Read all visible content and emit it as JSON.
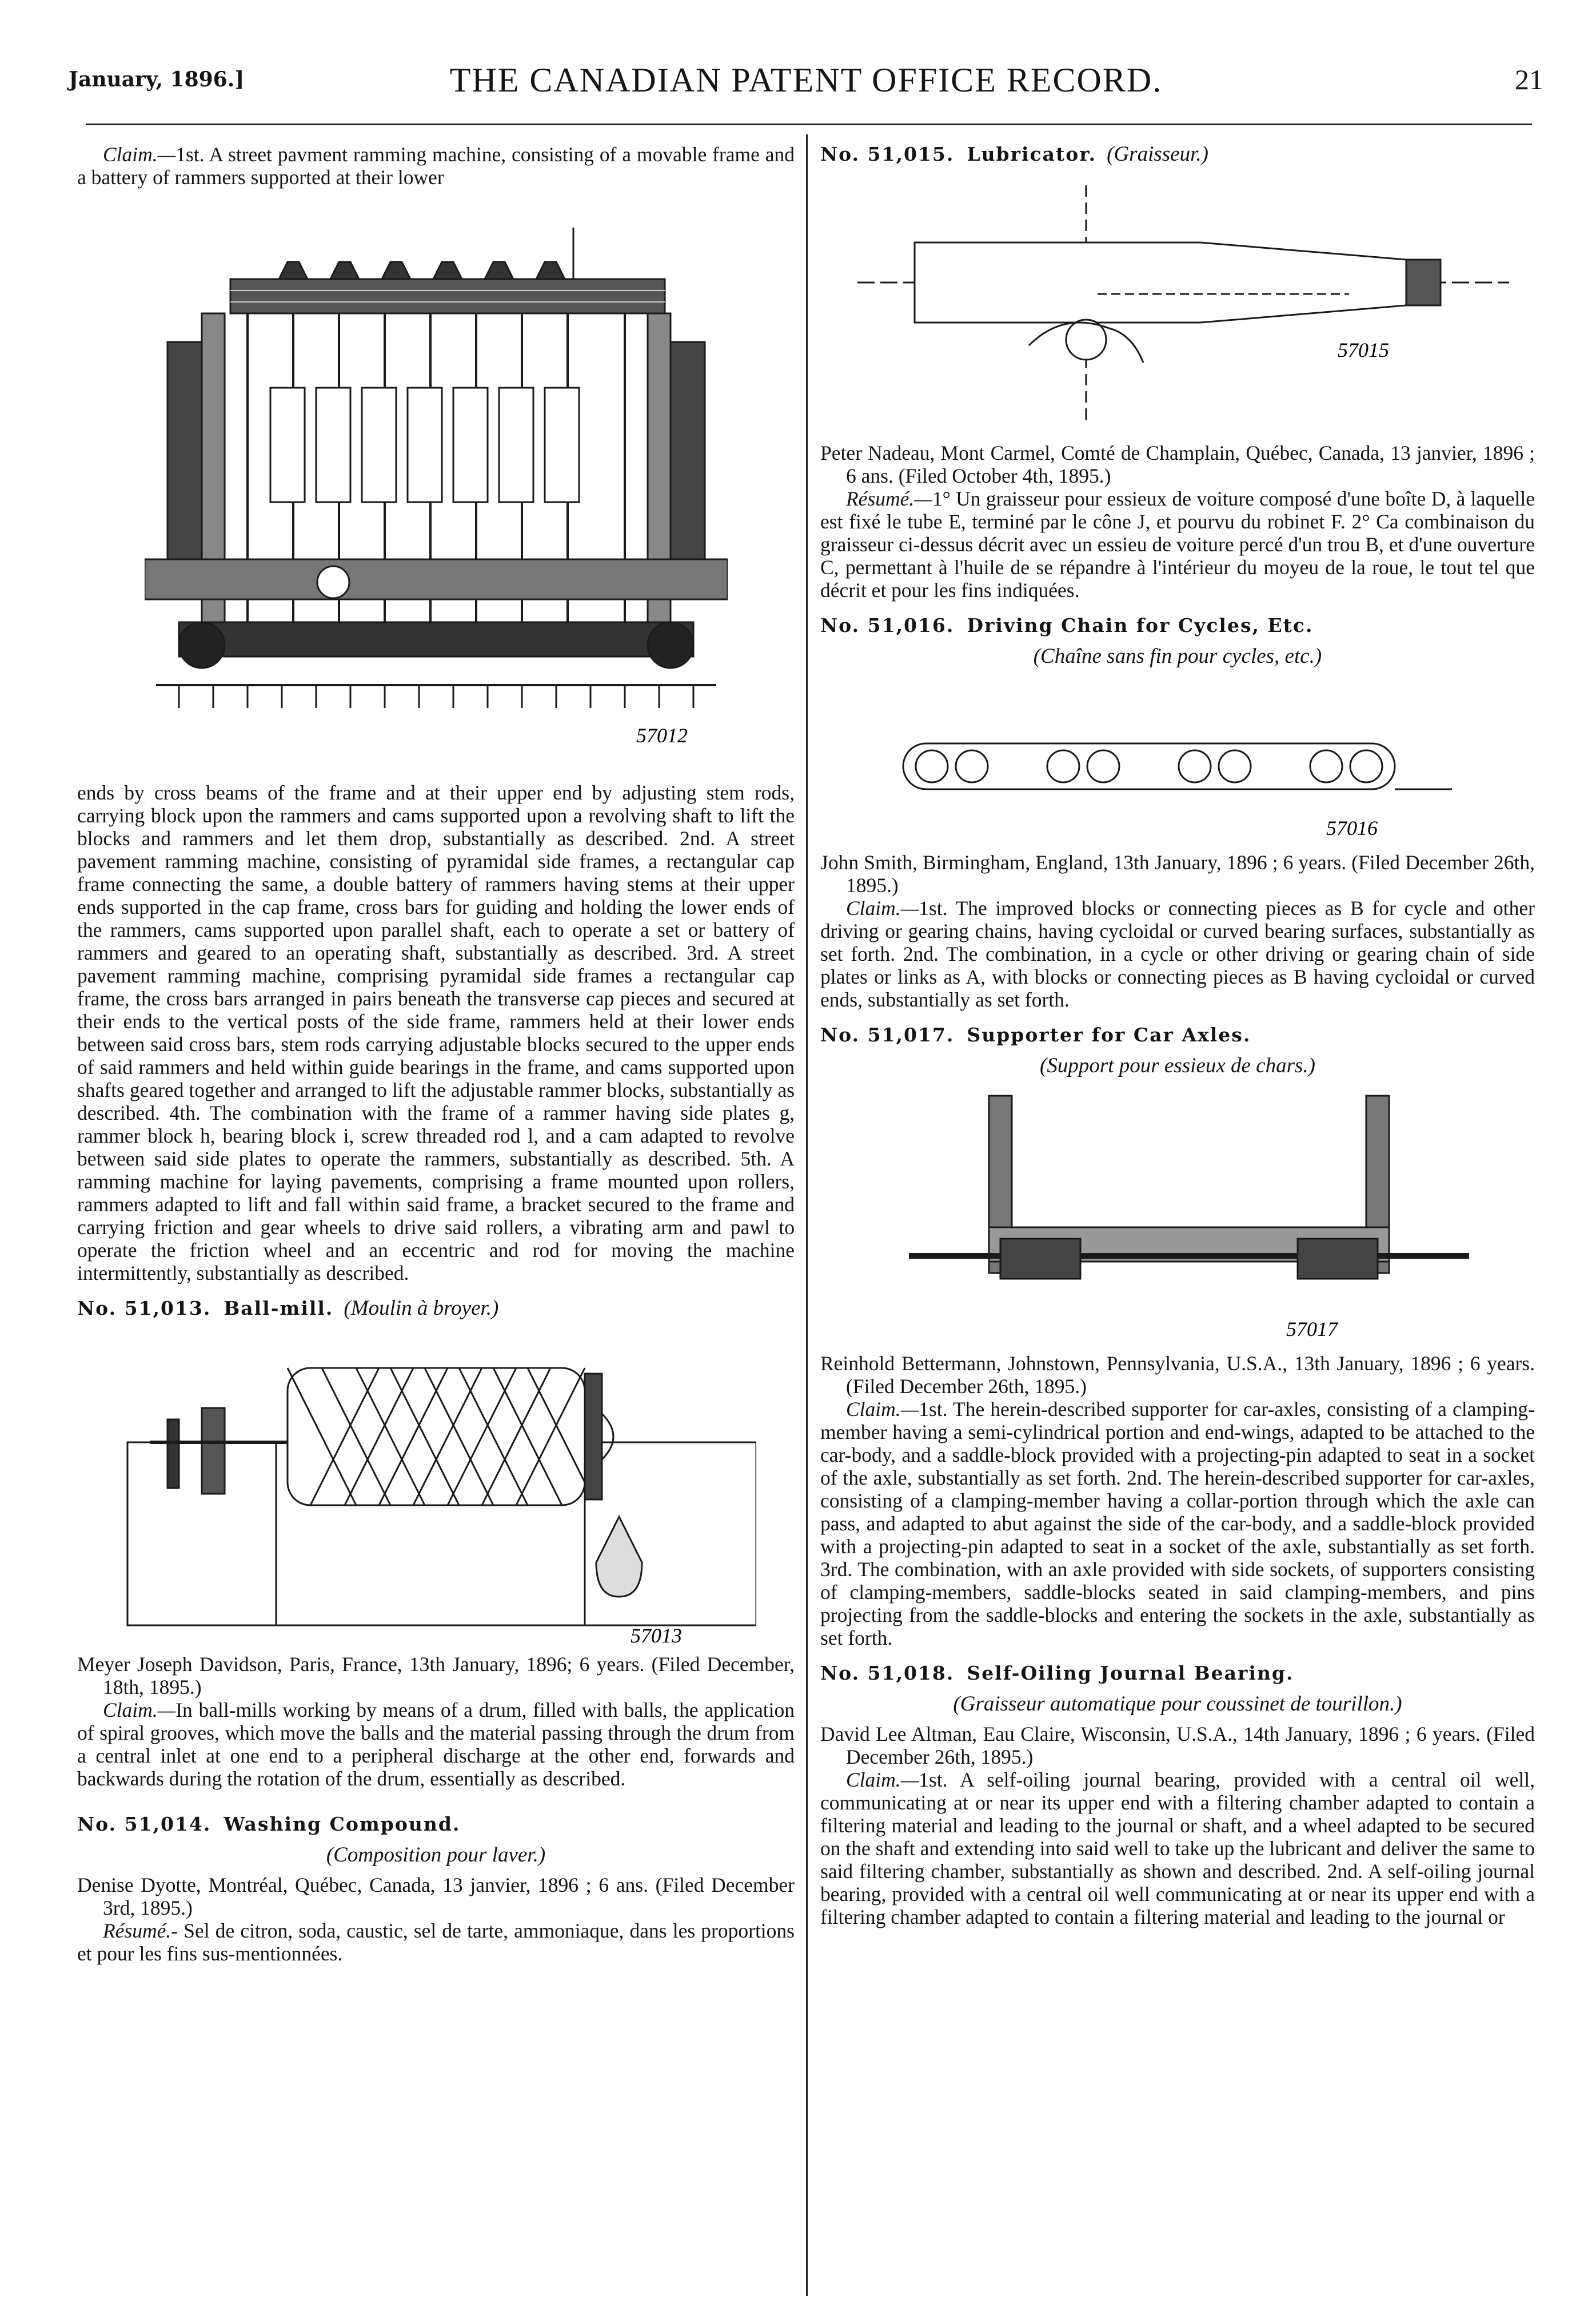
{
  "header": {
    "date": "January, 1896.]",
    "title": "THE CANADIAN PATENT OFFICE RECORD.",
    "page": "21"
  },
  "left": {
    "claim_intro_label": "Claim.—",
    "claim_intro": "1st. A street pavment ramming machine, consisting of a movable frame and a battery of rammers supported at their lower",
    "fig1_number": "57012",
    "claim_cont": "ends by cross beams of the frame and at their upper end by adjusting stem rods, carrying block upon the rammers and cams supported upon a revolving shaft to lift the blocks and rammers and let them drop, substantially as described. 2nd. A street pavement ramming machine, consisting of pyramidal side frames, a rectangular cap frame connecting the same, a double battery of rammers having stems at their upper ends supported in the cap frame, cross bars for guiding and holding the lower ends of the rammers, cams supported upon parallel shaft, each to operate a set or battery of rammers and geared to an operating shaft, substantially as described. 3rd. A street pavement ramming machine, comprising pyramidal side frames a rectangular cap frame, the cross bars arranged in pairs beneath the transverse cap pieces and secured at their ends to the vertical posts of the side frame, rammers held at their lower ends between said cross bars, stem rods carrying adjustable blocks secured to the upper ends of said rammers and held within guide bearings in the frame, and cams supported upon shafts geared together and arranged to lift the adjustable rammer blocks, substantially as described. 4th. The combination with the frame of a rammer having side plates g, rammer block h, bearing block i, screw threaded rod l, and a cam adapted to revolve between said side plates to operate the rammers, substantially as described. 5th. A ramming machine for laying pavements, comprising a frame mounted upon rollers, rammers adapted to lift and fall within said frame, a bracket secured to the frame and carrying friction and gear wheels to drive said rollers, a vibrating arm and pawl to operate the friction wheel and an eccentric and rod for moving the machine intermittently, substantially as described.",
    "p13": {
      "number": "No. 51,013.",
      "title": "Ball-mill.",
      "title_fr": "(Moulin à broyer.)",
      "fig_number": "57013",
      "inventor": "Meyer Joseph Davidson, Paris, France, 13th January, 1896; 6 years. (Filed December, 18th, 1895.)",
      "claim_label": "Claim.—",
      "claim": "In ball-mills working by means of a drum, filled with balls, the application of spiral grooves, which move the balls and the material passing through the drum from a central inlet at one end to a peripheral discharge at the other end, forwards and backwards during the rotation of the drum, essentially as described."
    },
    "p14": {
      "number": "No. 51,014.",
      "title": "Washing Compound.",
      "title_fr": "(Composition pour laver.)",
      "inventor": "Denise Dyotte, Montréal, Québec, Canada, 13 janvier, 1896 ; 6 ans. (Filed December 3rd, 1895.)",
      "resume_label": "Résumé.-",
      "resume": " Sel de citron, soda, caustic, sel de tarte, ammoniaque, dans les proportions et pour les fins sus-mentionnées."
    }
  },
  "right": {
    "p15": {
      "number": "No. 51,015.",
      "title": "Lubricator.",
      "title_fr": "(Graisseur.)",
      "fig_number": "57015",
      "inventor": "Peter Nadeau, Mont Carmel, Comté de Champlain, Québec, Canada, 13 janvier, 1896 ; 6 ans. (Filed October 4th, 1895.)",
      "resume_label": "Résumé.—",
      "resume": "1° Un graisseur pour essieux de voiture composé d'une boîte D, à laquelle est fixé le tube E, terminé par le cône J, et pourvu du robinet F. 2° Ca combinaison du graisseur ci-dessus décrit avec un essieu de voiture percé d'un trou B, et d'une ouverture C, permettant à l'huile de se répandre à l'intérieur du moyeu de la roue, le tout tel que décrit et pour les fins indiquées."
    },
    "p16": {
      "number": "No. 51,016.",
      "title": "Driving Chain for Cycles, Etc.",
      "title_fr": "(Chaîne sans fin pour cycles, etc.)",
      "fig_number": "57016",
      "inventor": "John Smith, Birmingham, England, 13th January, 1896 ; 6 years. (Filed December 26th, 1895.)",
      "claim_label": "Claim.—",
      "claim": "1st. The improved blocks or connecting pieces as B for cycle and other driving or gearing chains, having cycloidal or curved bearing surfaces, substantially as set forth. 2nd. The combination, in a cycle or other driving or gearing chain of side plates or links as A, with blocks or connecting pieces as B having cycloidal or curved ends, substantially as set forth."
    },
    "p17": {
      "number": "No. 51,017.",
      "title": "Supporter for Car Axles.",
      "title_fr": "(Support pour essieux de chars.)",
      "fig_number": "57017",
      "inventor": "Reinhold Bettermann, Johnstown, Pennsylvania, U.S.A., 13th January, 1896 ; 6 years. (Filed December 26th, 1895.)",
      "claim_label": "Claim.—",
      "claim": "1st. The herein-described supporter for car-axles, consisting of a clamping-member having a semi-cylindrical portion and end-wings, adapted to be attached to the car-body, and a saddle-block provided with a projecting-pin adapted to seat in a socket of the axle, substantially as set forth. 2nd. The herein-described supporter for car-axles, consisting of a clamping-member having a collar-portion through which the axle can pass, and adapted to abut against the side of the car-body, and a saddle-block provided with a projecting-pin adapted to seat in a socket of the axle, substantially as set forth. 3rd. The combination, with an axle provided with side sockets, of supporters consisting of clamping-members, saddle-blocks seated in said clamping-members, and pins projecting from the saddle-blocks and entering the sockets in the axle, substantially as set forth."
    },
    "p18": {
      "number": "No. 51,018.",
      "title": "Self-Oiling Journal Bearing.",
      "title_fr": "(Graisseur automatique pour coussinet de tourillon.)",
      "inventor": "David Lee Altman, Eau Claire, Wisconsin, U.S.A., 14th January, 1896 ; 6 years. (Filed December 26th, 1895.)",
      "claim_label": "Claim.—",
      "claim": "1st. A self-oiling journal bearing, provided with a central oil well, communicating at or near its upper end with a filtering chamber adapted to contain a filtering material and leading to the journal or shaft, and a wheel adapted to be secured on the shaft and extending into said well to take up the lubricant and deliver the same to said filtering chamber, substantially as shown and described. 2nd. A self-oiling journal bearing, provided with a central oil well communicating at or near its upper end with a filtering chamber adapted to contain a filtering material and leading to the journal or"
    }
  }
}
